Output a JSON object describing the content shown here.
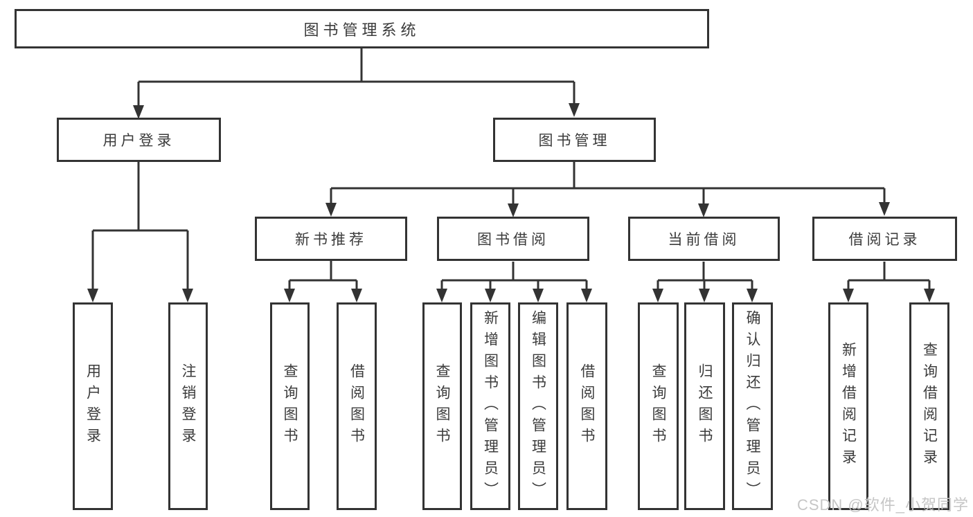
{
  "nodes": {
    "root": {
      "label": "图书管理系统"
    },
    "level2": [
      {
        "label": "用户登录"
      },
      {
        "label": "图书管理"
      }
    ],
    "level3": [
      {
        "label": "新书推荐"
      },
      {
        "label": "图书借阅"
      },
      {
        "label": "当前借阅"
      },
      {
        "label": "借阅记录"
      }
    ],
    "leaves": [
      {
        "label": "用户登录"
      },
      {
        "label": "注销登录"
      },
      {
        "label": "查询图书"
      },
      {
        "label": "借阅图书"
      },
      {
        "label": "查询图书"
      },
      {
        "label": "新增图书（管理员）"
      },
      {
        "label": "编辑图书（管理员）"
      },
      {
        "label": "借阅图书"
      },
      {
        "label": "查询图书"
      },
      {
        "label": "归还图书"
      },
      {
        "label": "确认归还（管理员）"
      },
      {
        "label": "新增借阅记录"
      },
      {
        "label": "查询借阅记录"
      }
    ]
  },
  "edges": [
    {
      "from": "图书管理系统",
      "to": [
        "用户登录",
        "图书管理"
      ]
    },
    {
      "from": "用户登录",
      "to": [
        "用户登录",
        "注销登录"
      ]
    },
    {
      "from": "图书管理",
      "to": [
        "新书推荐",
        "图书借阅",
        "当前借阅",
        "借阅记录"
      ]
    },
    {
      "from": "新书推荐",
      "to": [
        "查询图书",
        "借阅图书"
      ]
    },
    {
      "from": "图书借阅",
      "to": [
        "查询图书",
        "新增图书（管理员）",
        "编辑图书（管理员）",
        "借阅图书"
      ]
    },
    {
      "from": "当前借阅",
      "to": [
        "查询图书",
        "归还图书",
        "确认归还（管理员）"
      ]
    },
    {
      "from": "借阅记录",
      "to": [
        "新增借阅记录",
        "查询借阅记录"
      ]
    }
  ],
  "watermark": {
    "text": "CSDN @软件_小贺同学"
  },
  "colors": {
    "line": "#333333",
    "border": "#333333",
    "text": "#3b3b3b",
    "watermark": "#c6c6c6",
    "background": "#ffffff"
  }
}
